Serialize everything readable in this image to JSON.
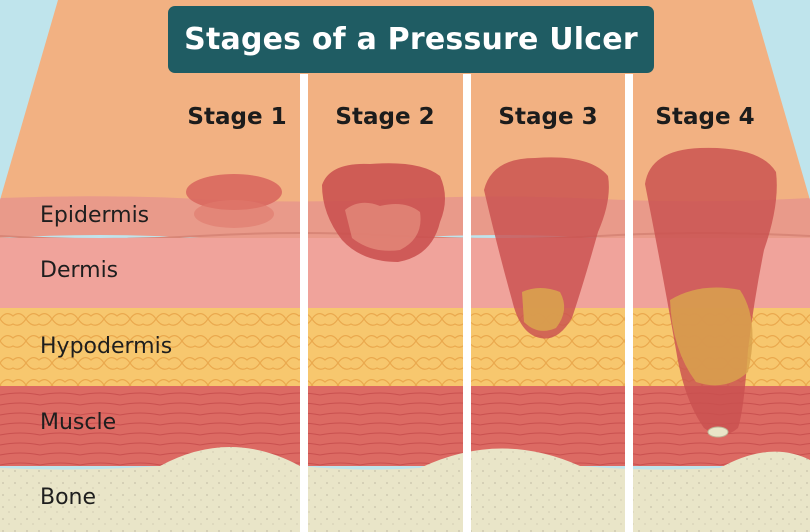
{
  "title": "Stages of a Pressure Ulcer",
  "stages": [
    {
      "label": "Stage 1"
    },
    {
      "label": "Stage 2"
    },
    {
      "label": "Stage 3"
    },
    {
      "label": "Stage 4"
    }
  ],
  "layers": [
    {
      "label": "Epidermis",
      "color": "#e99a8a"
    },
    {
      "label": "Dermis",
      "color": "#f0a39b"
    },
    {
      "label": "Hypodermis",
      "color": "#f7c76e"
    },
    {
      "label": "Muscle",
      "color": "#dc6a63"
    },
    {
      "label": "Bone",
      "color": "#e9e5c8"
    }
  ],
  "colors": {
    "sky": "#bfe4ec",
    "skin_surface": "#f2b182",
    "title_bg": "#1f5c63",
    "wound": "#c9504f",
    "divider": "#ffffff"
  }
}
